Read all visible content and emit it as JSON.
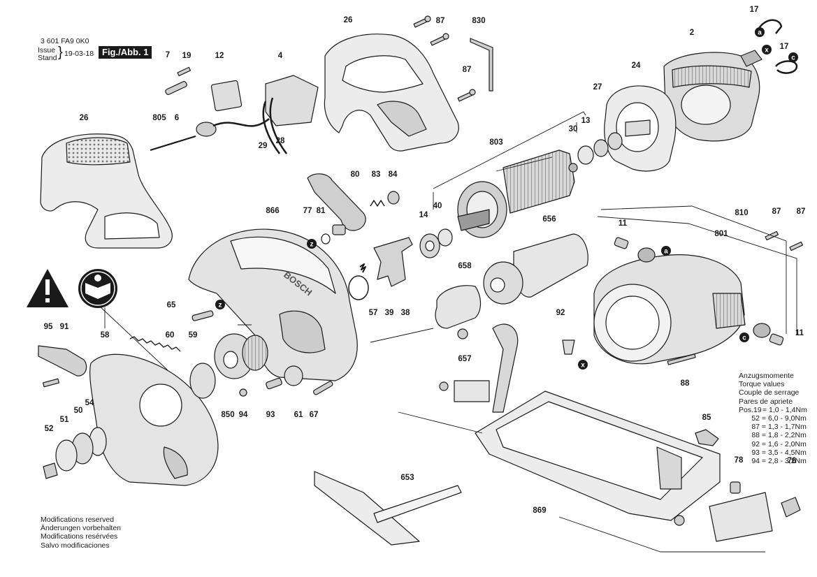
{
  "header": {
    "doc_number": "3 601 FA9 0K0",
    "issue_label": "Issue",
    "stand_label": "Stand",
    "issue_date": "19-03-18",
    "figure_label": "Fig./Abb. 1"
  },
  "part_labels": [
    "17",
    "2",
    "x",
    "17",
    "c",
    "a",
    "26",
    "87",
    "830",
    "87",
    "24",
    "27",
    "13",
    "30",
    "7",
    "19",
    "12",
    "4",
    "26",
    "805",
    "6",
    "29",
    "28",
    "803",
    "80",
    "83",
    "84",
    "866",
    "77",
    "81",
    "z",
    "14",
    "40",
    "656",
    "11",
    "810",
    "87",
    "87",
    "801",
    "a",
    "65",
    "z",
    "57",
    "39",
    "38",
    "658",
    "92",
    "c",
    "11",
    "x",
    "95",
    "91",
    "58",
    "60",
    "59",
    "657",
    "88",
    "54",
    "50",
    "51",
    "52",
    "850",
    "94",
    "93",
    "61",
    "67",
    "85",
    "653",
    "78",
    "869",
    "76"
  ],
  "torque": {
    "title_lines": [
      "Anzugsmomente",
      "Torque values",
      "Couple de serrage",
      "Pares de apriete"
    ],
    "pos_label": "Pos.",
    "rows": [
      {
        "pos": "19",
        "value": "1,0 - 1,4Nm"
      },
      {
        "pos": "52",
        "value": "6,0 - 9,0Nm"
      },
      {
        "pos": "87",
        "value": "1,3 - 1,7Nm"
      },
      {
        "pos": "88",
        "value": "1,8 - 2,2Nm"
      },
      {
        "pos": "92",
        "value": "1,6 - 2,0Nm"
      },
      {
        "pos": "93",
        "value": "3,5 - 4,5Nm"
      },
      {
        "pos": "94",
        "value": "2,8 - 3,2Nm"
      }
    ]
  },
  "notes": [
    "Modifications reserved",
    "Änderungen vorbehalten",
    "Modifications resérvées",
    "Salvo modificaciones"
  ],
  "brand_text": "BOSCH",
  "colors": {
    "line": "#1a1a1a",
    "part_fill": "#e6e6e6",
    "dark_fill": "#9a9a9a",
    "badge": "#1a1a1a"
  }
}
